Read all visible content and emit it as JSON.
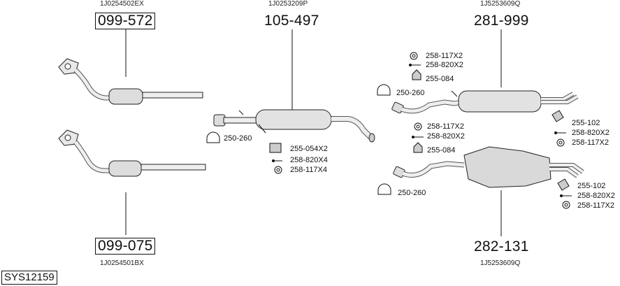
{
  "assemblies": {
    "front_upper": {
      "oem": "1J0254502EX",
      "number": "099-572"
    },
    "front_lower": {
      "oem": "1J0254501BX",
      "number": "099-075"
    },
    "middle": {
      "oem": "1J0253209P",
      "number": "105-497"
    },
    "rear_upper": {
      "oem": "1J5253609Q",
      "number": "281-999"
    },
    "rear_lower": {
      "oem": "1J5253609Q",
      "number": "282-131"
    }
  },
  "parts": {
    "mid_clamp": "250-260",
    "mid_hanger": "255-054X2",
    "mid_screw": "258-820X4",
    "mid_washer": "258-117X4",
    "ru_washer": "258-117X2",
    "ru_screw": "258-820X2",
    "ru_hanger": "255-084",
    "ru_clamp": "250-260",
    "ru_tail_hanger": "255-102",
    "ru_tail_screw": "258-820X2",
    "ru_tail_washer": "258-117X2",
    "rl_washer": "258-117X2",
    "rl_screw": "258-820X2",
    "rl_hanger": "255-084",
    "rl_clamp": "250-260",
    "rl_tail_hanger": "255-102",
    "rl_tail_screw": "258-820X2",
    "rl_tail_washer": "258-117X2"
  },
  "system_code": "SYS12159"
}
